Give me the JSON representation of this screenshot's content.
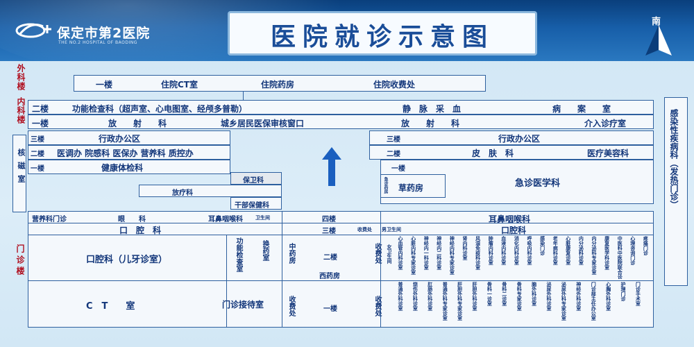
{
  "header": {
    "logo_cn": "保定市第2医院",
    "logo_en": "THE NO.2 HOSPITAL OF BAODING",
    "title": "医院就诊示意图",
    "compass": "南"
  },
  "side_labels": {
    "waike": "外科楼",
    "neike": "内科楼",
    "heci": "核磁室",
    "menzhen": "门诊楼",
    "ganran": "感染性疾病科（发热门诊）"
  },
  "top_building": {
    "floor": "一楼",
    "room1": "住院CT室",
    "room2": "住院药房",
    "room3": "住院收费处"
  },
  "wide_rows": {
    "r1_floor": "二楼",
    "r1_a": "功能检查科（超声室、心电图室、经颅多普勒）",
    "r1_b": "静　脉　采　血",
    "r1_c": "病　　案　　室",
    "r2_floor": "一楼",
    "r2_a": "放　　射　　科",
    "r2_b": "城乡居民医保审核窗口",
    "r2_c": "放　　射　　科",
    "r2_d": "介入诊疗室"
  },
  "left_block": {
    "f3": "三楼",
    "f3_room": "行政办公区",
    "f2": "二楼",
    "f2_room": "医调办 院感科 医保办 营养科 质控办",
    "f1": "一楼",
    "f1_room": "健康体检科",
    "baowei": "保卫科",
    "fangliao": "放疗科",
    "ganbu": "干部保健科"
  },
  "right_block": {
    "f3": "三楼",
    "f3_room": "行政办公区",
    "f2": "二楼",
    "f2_a": "皮　肤　科",
    "f2_b": "医疗美容科",
    "f1": "一楼",
    "small_a": "急诊药房",
    "caoyao": "草药房",
    "jizhen": "急诊医学科"
  },
  "clinic": {
    "yingyang": "营养科门诊",
    "yanke": "眼　　科",
    "erbi_left": "耳鼻咽喉科",
    "wsj_left": "卫生间",
    "kouqiang_left": "口　腔　科",
    "si_lou": "四楼",
    "san_lou": "三楼",
    "er_lou": "二楼",
    "yi_lou": "一楼",
    "shoufei_small": "收费处",
    "nan_wsj": "男卫生间",
    "erbi_right": "耳鼻咽喉科",
    "kouqiang_right": "口腔科",
    "kouqiang_child": "口腔科（儿牙诊室）",
    "gongneng": "功能检查室",
    "huanyao": "换药室",
    "zhongyaofang": "中药房",
    "shoufei_a": "收费处",
    "xiyaofang": "西药房",
    "ct": "C　T　　室",
    "menzhen_wait": "门诊接待室",
    "shoufei_b": "收费处",
    "shoufei_c": "收费处",
    "nv_wsj": "女卫生间",
    "upper_cols": [
      "心血管内科诊室",
      "心脏内科专家诊室",
      "神经内一科诊室",
      "神经内二科诊室",
      "神经内科专家诊室",
      "肾内科诊室",
      "风湿免疫科诊室",
      "肿瘤内科诊室",
      "血液内科诊室",
      "消化内科诊室",
      "呼吸内科诊室",
      "感染门诊",
      "老年病科诊室",
      "心脏康复诊室",
      "内分泌科诊室",
      "内分泌科专家诊室",
      "康复医学科诊室",
      "中医科中医院联合诊室",
      "心理咨询门诊",
      "疼痛门诊"
    ],
    "lower_cols": [
      "普通外科诊室",
      "烧伤外科诊室",
      "肛肠外科诊室",
      "普通外科专家诊室",
      "肝胆外科专家诊室",
      "肝胆外科诊室",
      "骨科一诊室",
      "骨科二诊室",
      "骨科专家诊室",
      "脑外科诊室",
      "泌尿外科诊室",
      "泌尿外科专家诊室",
      "神经外科诊室",
      "门诊部主任办公室",
      "心胸外科诊室",
      "护理门诊",
      "门诊手术室"
    ]
  }
}
